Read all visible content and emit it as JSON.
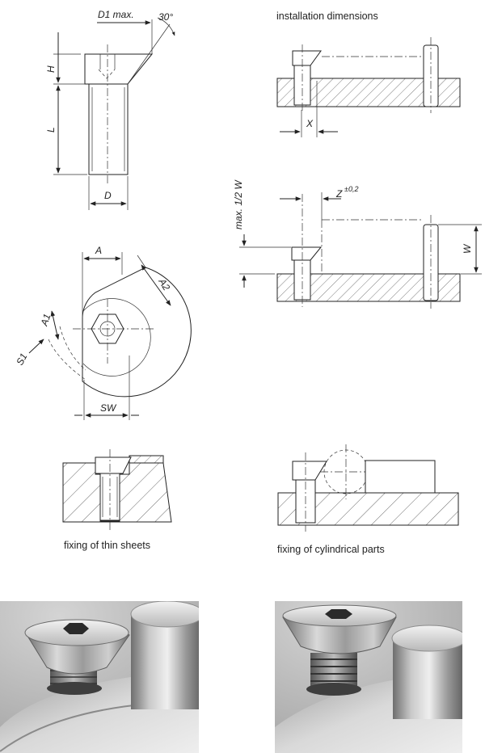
{
  "labels": {
    "d1_max": "D1 max.",
    "angle": "30°",
    "h": "H",
    "l": "L",
    "d": "D",
    "a": "A",
    "a1": "A1",
    "a2": "A2",
    "s1": "S1",
    "sw": "SW",
    "installation_title": "installation dimensions",
    "x": "X",
    "z": "Z",
    "z_tol": "±0,2",
    "max_half_w": "max. 1/2 W",
    "w": "W"
  },
  "captions": {
    "thin_sheets": "fixing of thin sheets",
    "cylindrical_parts": "fixing of cylindrical parts"
  },
  "colors": {
    "line": "#222222",
    "metal_light": "#d8d8d8",
    "metal_dark": "#6a6a6a"
  }
}
